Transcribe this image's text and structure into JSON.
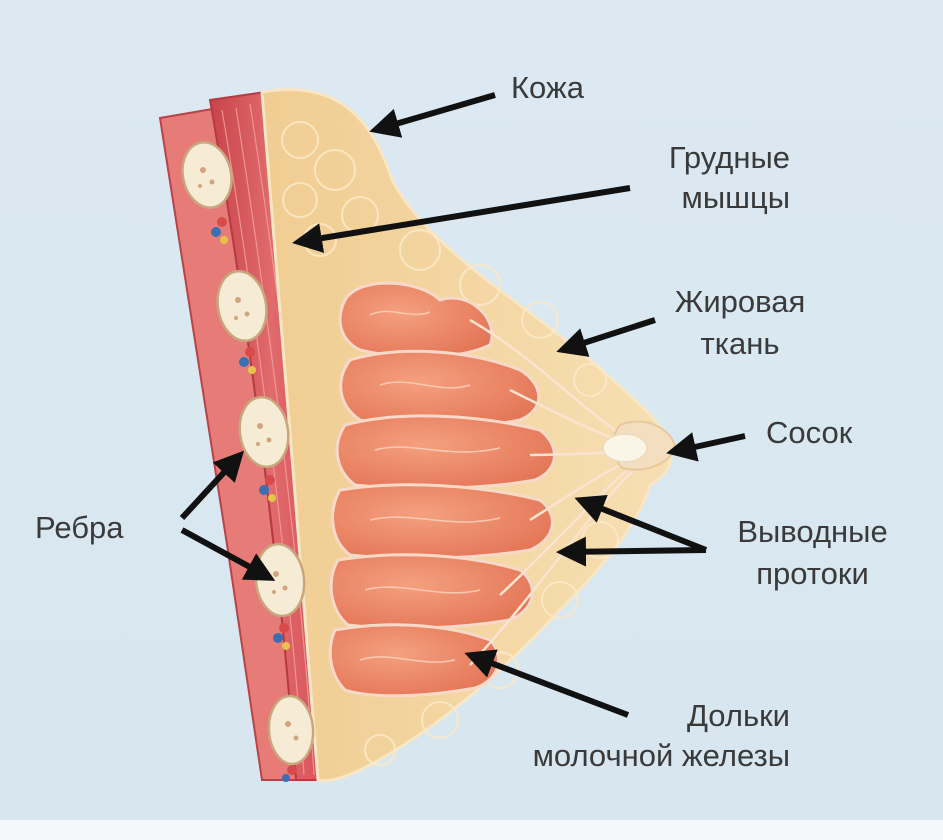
{
  "labels": {
    "skin": "Кожа",
    "pectoral_1": "Грудные",
    "pectoral_2": "мышцы",
    "fat_1": "Жировая",
    "fat_2": "ткань",
    "nipple": "Сосок",
    "ribs": "Ребра",
    "ducts_1": "Выводные",
    "ducts_2": "протоки",
    "lobules_1": "Дольки",
    "lobules_2": "молочной железы"
  },
  "colors": {
    "background": "#dce9f2",
    "skin": "#f6d9a8",
    "fat": "#f3d39b",
    "muscle": "#d9555a",
    "lobule": "#ec8a6a",
    "lobule_outline": "#f7d5c4",
    "rib": "#f4ead5",
    "arrow": "#111111",
    "text": "#3a3a3a"
  }
}
